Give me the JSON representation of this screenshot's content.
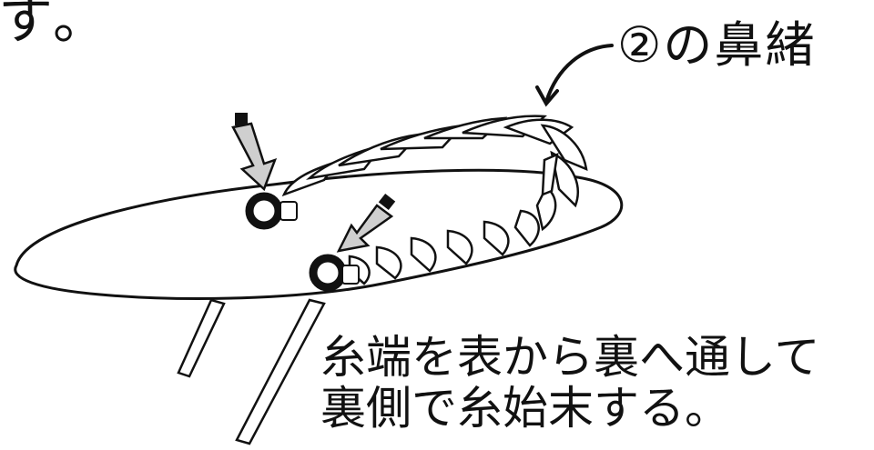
{
  "text": {
    "top_fragment": "す。",
    "label": "②の鼻緒",
    "instruction_line1": "糸端を表から裏へ通して",
    "instruction_line2": "裏側で糸始末する。"
  }
}
